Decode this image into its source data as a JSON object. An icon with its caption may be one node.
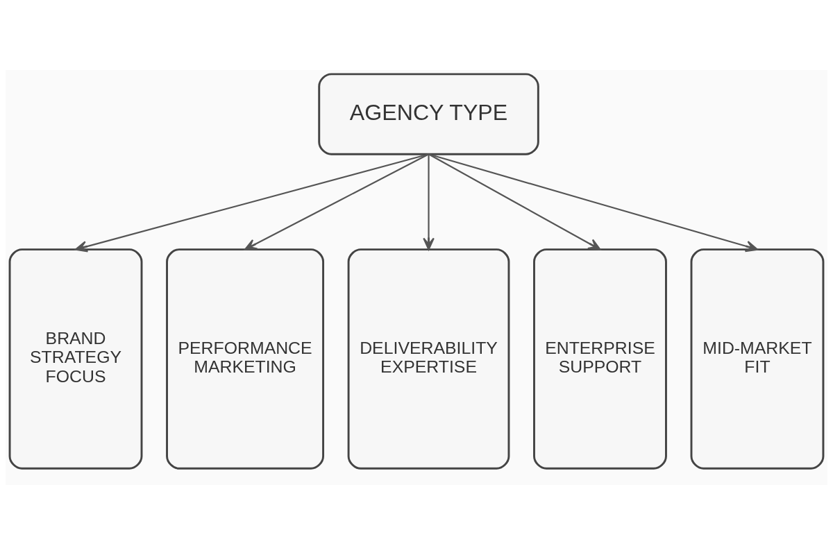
{
  "diagram": {
    "nodes": [
      {
        "text": [
          "AGENCY TYPE"
        ]
      },
      {
        "text": [
          "BRAND STRATEGY FOCUS"
        ]
      },
      {
        "text": [
          "PERFORMANCE MARKETING"
        ]
      },
      {
        "text": [
          "DELIVERABILITY EXPERTISE"
        ]
      },
      {
        "text": [
          "ENTERPRISE SUPPORT"
        ]
      },
      {
        "text": [
          "MID-MARKET FIT"
        ]
      }
    ],
    "edges": [
      {
        "from": 0,
        "to": 1,
        "arrow": "to"
      },
      {
        "from": 0,
        "to": 2,
        "arrow": "to"
      },
      {
        "from": 0,
        "to": 3,
        "arrow": "to"
      },
      {
        "from": 0,
        "to": 4,
        "arrow": "to"
      },
      {
        "from": 0,
        "to": 5,
        "arrow": "to"
      }
    ]
  }
}
